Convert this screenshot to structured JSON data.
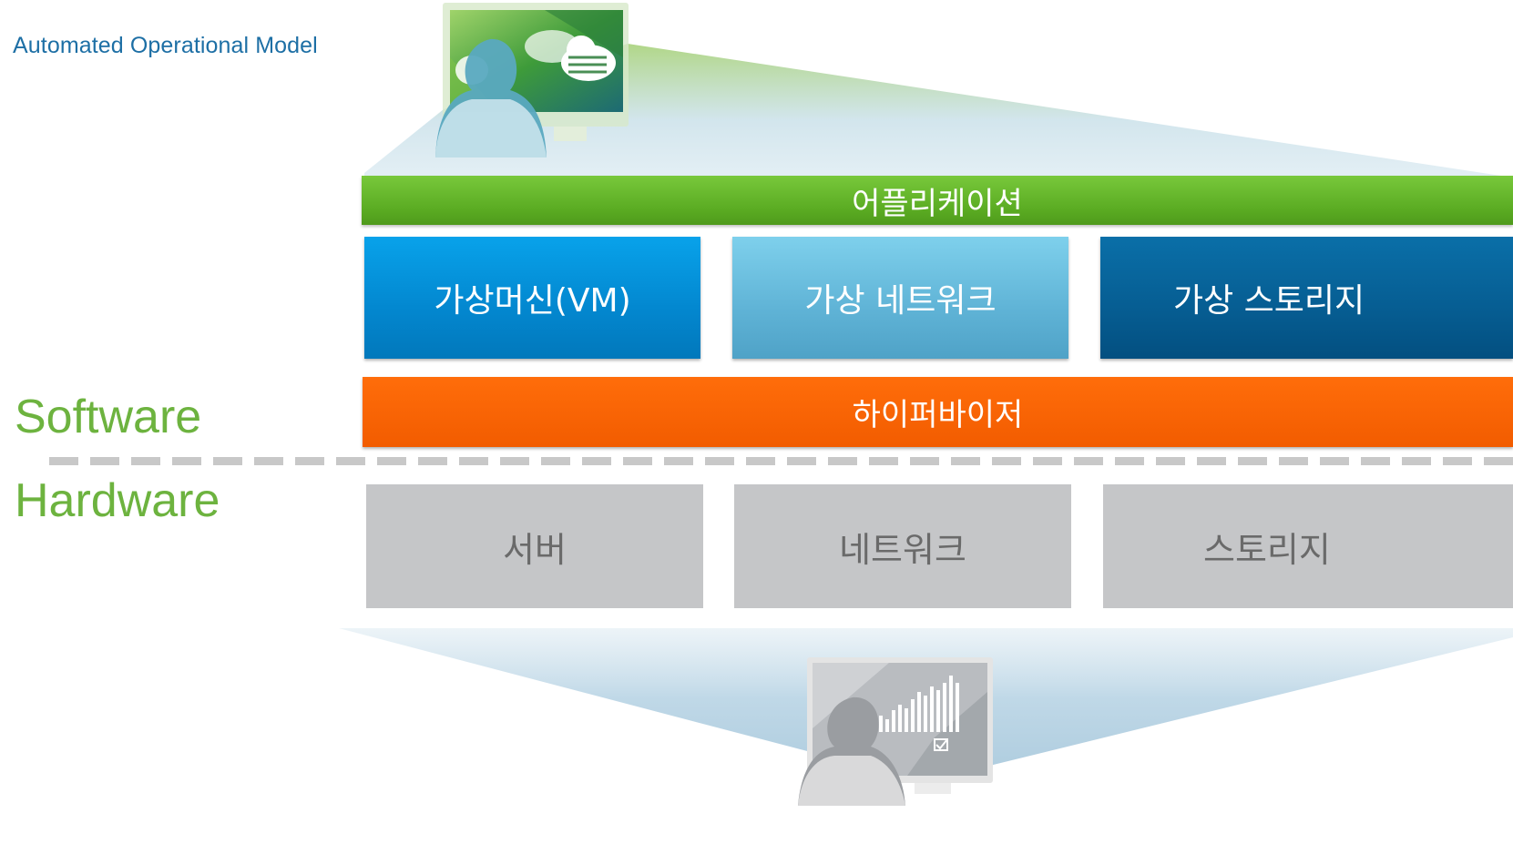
{
  "header": {
    "title": "Automated Operational Model"
  },
  "labels": {
    "software": "Software",
    "hardware": "Hardware"
  },
  "layers": {
    "application": "어플리케이션",
    "virtual": {
      "vm": "가상머신(VM)",
      "network": "가상 네트워크",
      "storage": "가상 스토리지"
    },
    "hypervisor": "하이퍼바이저",
    "hardware": {
      "server": "서버",
      "network": "네트워크",
      "storage": "스토리지"
    }
  },
  "colors": {
    "application": "#5aab22",
    "vm": "#0387cf",
    "virtual_network": "#5fb3d6",
    "virtual_storage": "#065d92",
    "hypervisor": "#f25c00",
    "hardware": "#c5c6c8",
    "title": "#1d6fa5",
    "side_label": "#6db33f"
  },
  "icons": {
    "top": "user-cloud-monitor-icon",
    "bottom": "user-analytics-monitor-icon"
  }
}
